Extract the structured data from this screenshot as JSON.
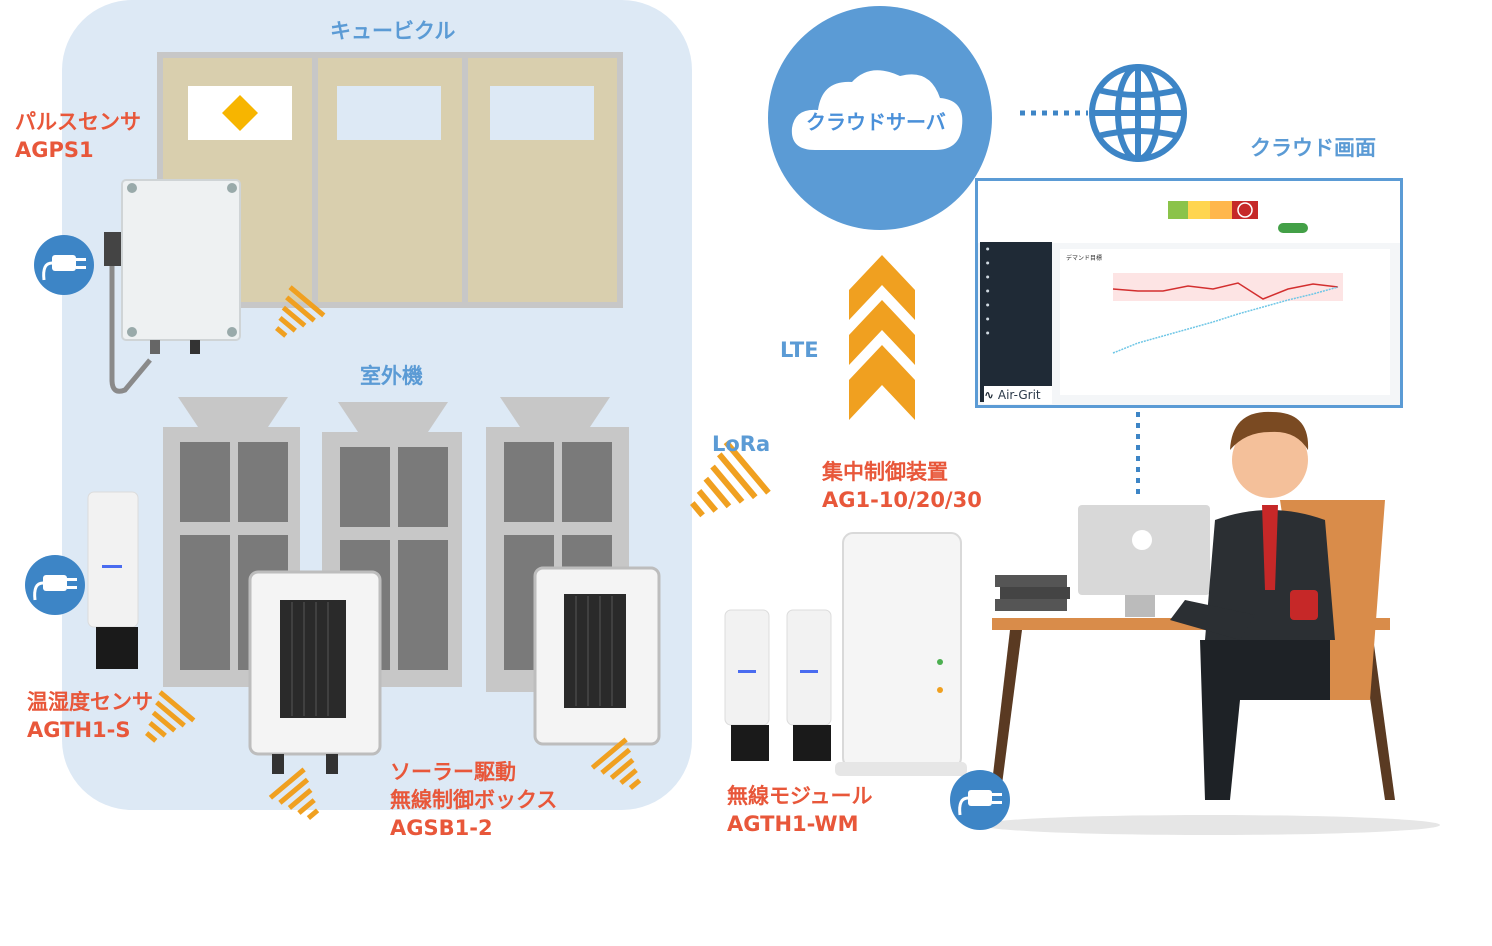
{
  "labels": {
    "cubicle": "キュービクル",
    "outdoor_unit": "室外機",
    "pulse_sensor_name": "パルスセンサ",
    "pulse_sensor_model": "AGPS1",
    "temp_sensor_name": "温湿度センサ",
    "temp_sensor_model": "AGTH1-S",
    "solar_box_line1": "ソーラー駆動",
    "solar_box_line2": "無線制御ボックス",
    "solar_box_model": "AGSB1-2",
    "lora": "LoRa",
    "lte": "LTE",
    "controller_name": "集中制御装置",
    "controller_model": "AG1-10/20/30",
    "wireless_name": "無線モジュール",
    "wireless_model": "AGTH1-WM",
    "cloud_server": "クラウドサーバ",
    "cloud_screen": "クラウド画面"
  },
  "screen": {
    "logo": "Air-Grit",
    "section_title": "デマンド目標"
  },
  "colors": {
    "blue": "#5b9bd5",
    "red_label": "#e8573a",
    "orange_wave": "#f0a020",
    "zone_bg": "#dde9f5",
    "globe": "#3d85c6"
  },
  "icons": {
    "plug": "power-plug-icon",
    "globe": "globe-icon",
    "cloud": "cloud-icon"
  }
}
